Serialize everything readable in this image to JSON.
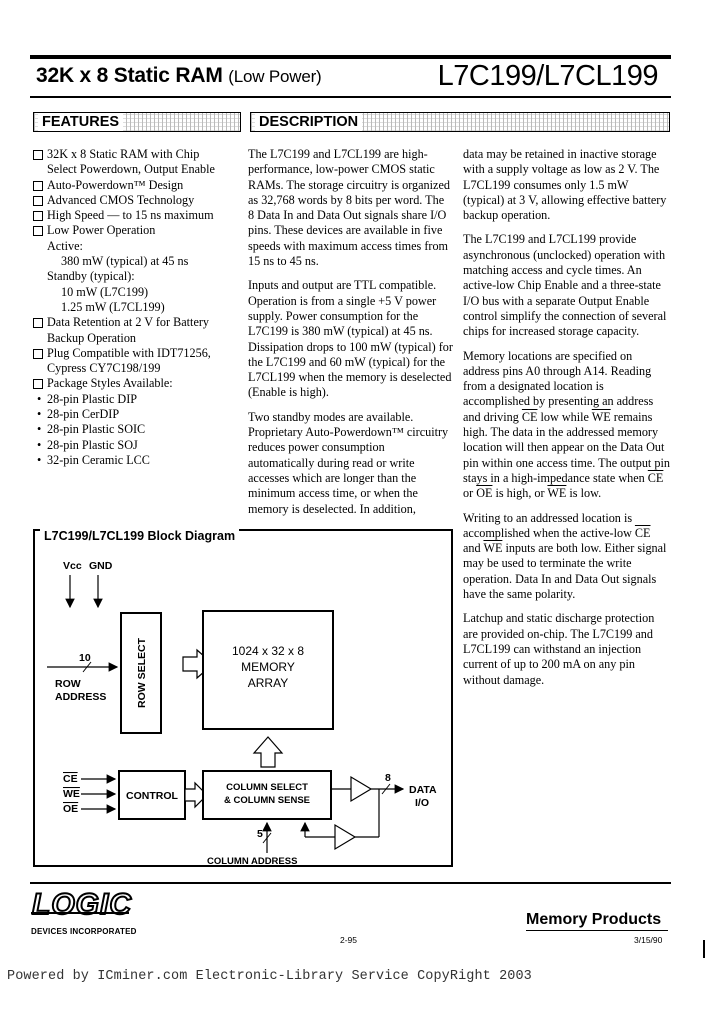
{
  "header": {
    "title_main": "32K x 8 Static RAM",
    "title_sub": "(Low Power)",
    "part_number": "L7C199/L7CL199"
  },
  "sections": {
    "features": "FEATURES",
    "description": "DESCRIPTION"
  },
  "features": [
    {
      "type": "item",
      "text": "32K x 8 Static RAM with Chip"
    },
    {
      "type": "sub",
      "text": "Select Powerdown, Output Enable"
    },
    {
      "type": "item",
      "text": "Auto-Powerdown™ Design"
    },
    {
      "type": "item",
      "text": "Advanced CMOS Technology"
    },
    {
      "type": "item",
      "text": "High Speed — to 15 ns maximum"
    },
    {
      "type": "item",
      "text": "Low Power Operation"
    },
    {
      "type": "sub",
      "text": "Active:"
    },
    {
      "type": "sub2",
      "text": "380 mW (typical) at 45 ns"
    },
    {
      "type": "sub",
      "text": "Standby (typical):"
    },
    {
      "type": "sub2",
      "text": "10 mW (L7C199)"
    },
    {
      "type": "sub2",
      "text": "1.25 mW (L7CL199)"
    },
    {
      "type": "item",
      "text": "Data Retention at 2 V for Battery"
    },
    {
      "type": "sub",
      "text": "Backup Operation"
    },
    {
      "type": "item",
      "text": "Plug Compatible with IDT71256,"
    },
    {
      "type": "sub",
      "text": "Cypress CY7C198/199"
    },
    {
      "type": "item",
      "text": "Package Styles Available:"
    },
    {
      "type": "bullet",
      "text": "28-pin Plastic DIP"
    },
    {
      "type": "bullet",
      "text": "28-pin CerDIP"
    },
    {
      "type": "bullet",
      "text": "28-pin Plastic SOIC"
    },
    {
      "type": "bullet",
      "text": "28-pin Plastic SOJ"
    },
    {
      "type": "bullet",
      "text": "32-pin Ceramic LCC"
    }
  ],
  "description_col1": [
    "The L7C199 and L7CL199 are high-performance, low-power CMOS static RAMs. The storage circuitry is organized as 32,768 words by 8 bits per word. The 8 Data In and Data Out signals share I/O pins. These devices are available in five speeds with maximum access times from 15 ns to 45 ns.",
    "Inputs and output are TTL compatible. Operation is from a single +5 V power supply. Power consumption for the L7C199 is 380 mW (typical) at 45 ns. Dissipation drops to 100 mW (typical) for the L7C199 and 60 mW (typical) for the L7CL199 when the memory is deselected (Enable is high).",
    "Two standby modes are available. Proprietary Auto-Powerdown™ circuitry reduces power consumption automatically during read or write accesses which are longer than the minimum access time, or when the memory is deselected. In addition,"
  ],
  "description_col2": {
    "p1": "data may be retained in inactive storage with a supply voltage as low as 2 V. The L7CL199 consumes only 1.5 mW (typical) at 3 V, allowing effective battery backup operation.",
    "p2": "The L7C199 and L7CL199 provide asynchronous (unclocked) operation with matching access and cycle times. An active-low Chip Enable and a three-state I/O bus with a separate Output Enable control simplify the connection of several chips for increased storage capacity.",
    "p3a": "Memory locations are specified on address pins A0 through A14. Reading from a designated location is accomplished by presenting an address and driving ",
    "ce": "CE",
    "p3b": " low while ",
    "we": "WE",
    "p3c": " remains high. The data in the addressed memory location will then appear on the Data Out pin within one access time. The output pin stays in a high-impedance state when ",
    "p3d": " or ",
    "oe": "OE",
    "p3e": " is high, or ",
    "p3f": " is low.",
    "p4a": "Writing to an addressed location is accomplished when the active-low ",
    "p4b": " and ",
    "p4c": " inputs are both low. Either signal may be used to terminate the write operation. Data In and Data Out signals have the same polarity.",
    "p5": "Latchup and static discharge protection are provided on-chip. The L7C199 and L7CL199 can withstand an injection current of up to 200 mA on any pin without damage."
  },
  "diagram": {
    "title": "L7C199/L7CL199 Block Diagram",
    "vcc": "Vcc",
    "gnd": "GND",
    "row_select": "ROW SELECT",
    "row_bus": "10",
    "row_address_1": "ROW",
    "row_address_2": "ADDRESS",
    "memory_1": "1024 x 32 x 8",
    "memory_2": "MEMORY",
    "memory_3": "ARRAY",
    "ce": "CE",
    "we": "WE",
    "oe": "OE",
    "control": "CONTROL",
    "col_sel_1": "COLUMN SELECT",
    "col_sel_2": "& COLUMN SENSE",
    "data_bus": "8",
    "data_1": "DATA",
    "data_2": "I/O",
    "col_bus": "5",
    "column_address": "COLUMN ADDRESS"
  },
  "footer": {
    "logo": "LOGIC",
    "company": "DEVICES INCORPORATED",
    "memory_products": "Memory Products",
    "page": "2-95",
    "date": "3/15/90",
    "watermark": "Powered by ICminer.com Electronic-Library Service CopyRight 2003"
  }
}
